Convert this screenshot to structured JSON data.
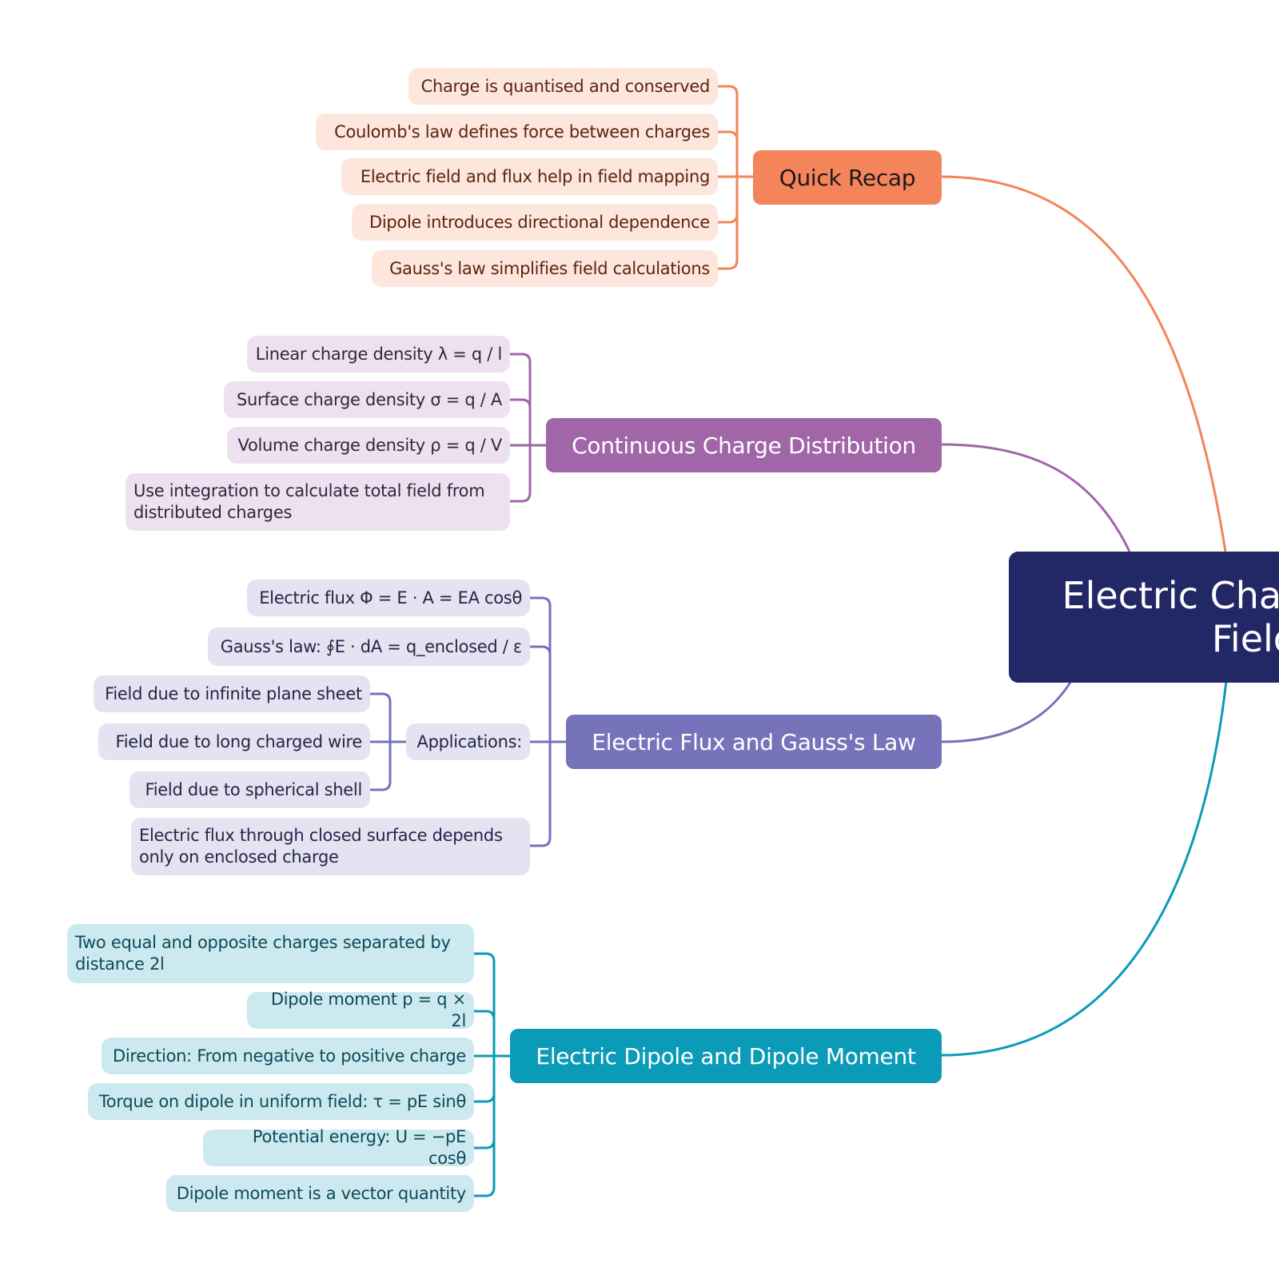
{
  "root": {
    "title_line1": "Electric Char",
    "title_line2": "Field",
    "color": "#222766"
  },
  "branches": [
    {
      "label": "Quick Recap",
      "color": "#f4845a",
      "leaves": [
        "Charge is quantised and conserved",
        "Coulomb's law defines force between charges",
        "Electric field and flux help in field mapping",
        "Dipole introduces directional dependence",
        "Gauss's law simplifies field calculations"
      ]
    },
    {
      "label": "Continuous Charge Distribution",
      "color": "#a066a8",
      "leaves": [
        "Linear charge density λ = q / l",
        "Surface charge density σ = q / A",
        "Volume charge density ρ = q / V",
        "Use integration to calculate total field from distributed charges"
      ]
    },
    {
      "label": "Electric Flux and Gauss's Law",
      "color": "#7673ba",
      "leaves": [
        "Electric flux Φ = E · A = EA cosθ",
        "Gauss's law: ∮E · dA = q_enclosed / ε",
        "Applications:",
        "Electric flux through closed surface depends only on enclosed charge"
      ],
      "applications": [
        "Field due to infinite plane sheet",
        "Field due to long charged wire",
        "Field due to spherical shell"
      ]
    },
    {
      "label": "Electric Dipole and Dipole Moment",
      "color": "#0a9bb8",
      "leaves": [
        "Two equal and opposite charges separated by distance 2l",
        "Dipole moment p = q × 2l",
        "Direction: From negative to positive charge",
        "Torque on dipole in uniform field: τ = pE sinθ",
        "Potential energy: U = −pE cosθ",
        "Dipole moment is a vector quantity"
      ]
    }
  ]
}
